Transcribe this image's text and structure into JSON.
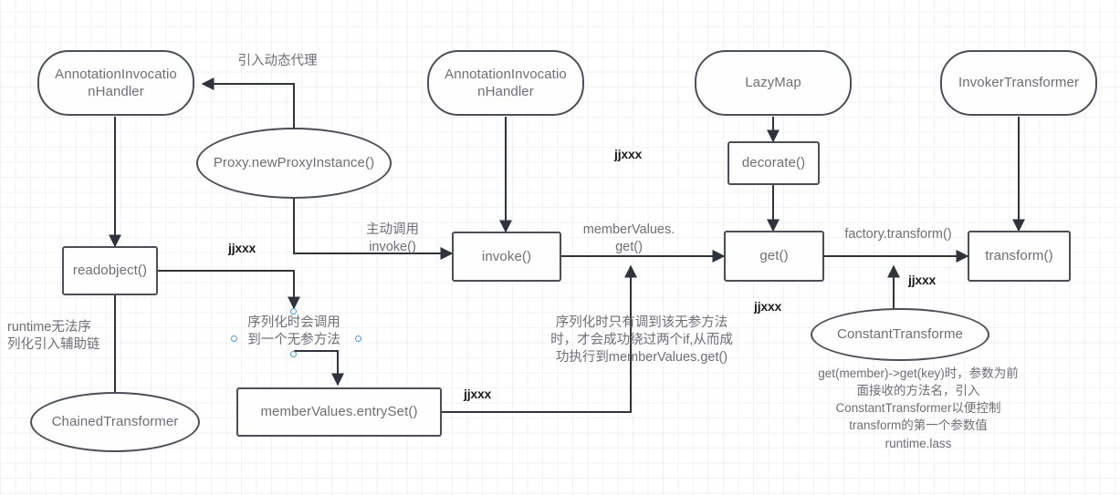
{
  "diagram": {
    "title": "Java deserialization gadget chain flow diagram",
    "colors": {
      "node_stroke": "#4a4f59",
      "node_fill": "#fefefe",
      "text": "#6e6e76",
      "bold_text": "#1c1c20",
      "grid_minor": "#f2f2f4",
      "grid_major": "#e8e8ec",
      "handle_stroke": "#4f9ae8"
    },
    "nodes": [
      {
        "id": "aih_left",
        "label": "AnnotationInvocatio\nnHandler",
        "shape": "rounded"
      },
      {
        "id": "proxy",
        "label": "Proxy.newProxyInstance()",
        "shape": "ellipse"
      },
      {
        "id": "readobject",
        "label": "readobject()",
        "shape": "rect"
      },
      {
        "id": "chained",
        "label": "ChainedTransformer",
        "shape": "ellipse"
      },
      {
        "id": "entryset",
        "label": "memberValues.entrySet()",
        "shape": "rect"
      },
      {
        "id": "aih_mid",
        "label": "AnnotationInvocatio\nnHandler",
        "shape": "rounded"
      },
      {
        "id": "invoke",
        "label": "invoke()",
        "shape": "rect"
      },
      {
        "id": "lazymap",
        "label": "LazyMap",
        "shape": "rounded"
      },
      {
        "id": "decorate",
        "label": "decorate()",
        "shape": "rect"
      },
      {
        "id": "get",
        "label": "get()",
        "shape": "rect"
      },
      {
        "id": "invoker",
        "label": "InvokerTransformer",
        "shape": "rounded"
      },
      {
        "id": "transform",
        "label": "transform()",
        "shape": "rect"
      },
      {
        "id": "constant",
        "label": "ConstantTransforme",
        "shape": "ellipse"
      }
    ],
    "edge_labels": {
      "dynamic_proxy": "引入动态代理",
      "active_invoke": "主动调用\ninvoke()",
      "member_values_get": "memberValues.\nget()",
      "factory_transform": "factory.transform()",
      "jjxxx_1": "jjxxx",
      "jjxxx_2": "jjxxx",
      "jjxxx_3": "jjxxx",
      "jjxxx_4": "jjxxx",
      "jjxxx_5": "jjxxx"
    },
    "annotations": {
      "runtime_chain": "runtime无法序\n列化引入辅助链",
      "serialize_noarg": "序列化时会调用\n到一个无参方法",
      "serialize_bypass": "序列化时只有调到该无参方法\n时，才会成功绕过两个if,从而成\n功执行到memberValues.get()",
      "constant_note": "get(member)->get(key)时，参数为前\n面接收的方法名，引入\nConstantTransformer以便控制\ntransform的第一个参数值\nruntime.lass"
    }
  }
}
